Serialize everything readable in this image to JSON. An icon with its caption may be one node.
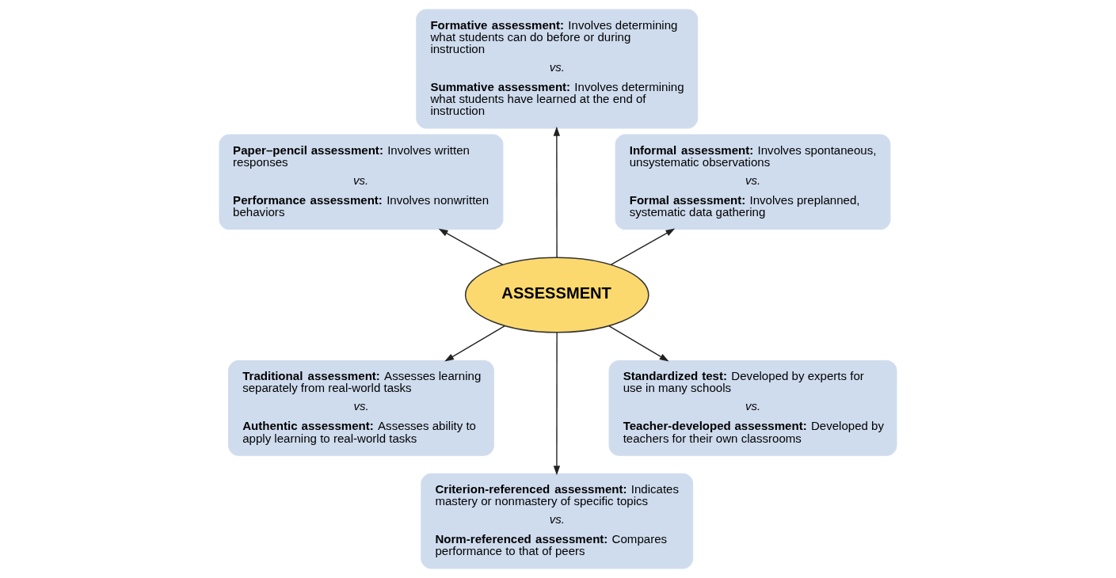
{
  "diagram": {
    "nodes": [
      {
        "text": [
          "**Informal assessment:** Involves spontaneous, unsystematic observations",
          "*vs.*",
          "**Formal assessment:** Involves preplanned, systematic data gathering"
        ]
      },
      {
        "text": [
          "**Formative assessment:** Involves determining what students can do before or during instruction",
          "*vs.*",
          "**Summative assessment:** Involves determining what students have learned at the end of instruction"
        ]
      },
      {
        "text": [
          "**Paper–pencil assessment:** Involves written responses",
          "*vs.*",
          "**Performance assessment:** Involves nonwritten behaviors"
        ]
      },
      {
        "text": [
          "ASSESSMENT"
        ]
      },
      {
        "text": [
          "**Traditional assessment:** Assesses learning separately from real-world tasks",
          "*vs.*",
          "**Authentic assessment:** Assesses ability to apply learning to real-world tasks"
        ]
      },
      {
        "text": [
          "**Criterion-referenced assessment:** Indicates mastery or nonmastery of specific topics",
          "*vs.*",
          "**Norm-referenced assessment:** Compares performance to that of peers"
        ]
      },
      {
        "text": [
          "**Standardized test:** Developed by experts for use in many schools",
          "*vs.*",
          "**Teacher-developed assessment:** Developed by teachers for their own classrooms"
        ]
      }
    ],
    "edges": [
      {
        "from": 3,
        "to": 2,
        "arrow": "to"
      },
      {
        "from": 3,
        "to": 0,
        "arrow": "to"
      },
      {
        "from": 3,
        "to": 1,
        "arrow": "to"
      },
      {
        "from": 3,
        "to": 4,
        "arrow": "to"
      },
      {
        "from": 3,
        "to": 6,
        "arrow": "to"
      },
      {
        "from": 3,
        "to": 5,
        "arrow": "to"
      }
    ]
  }
}
